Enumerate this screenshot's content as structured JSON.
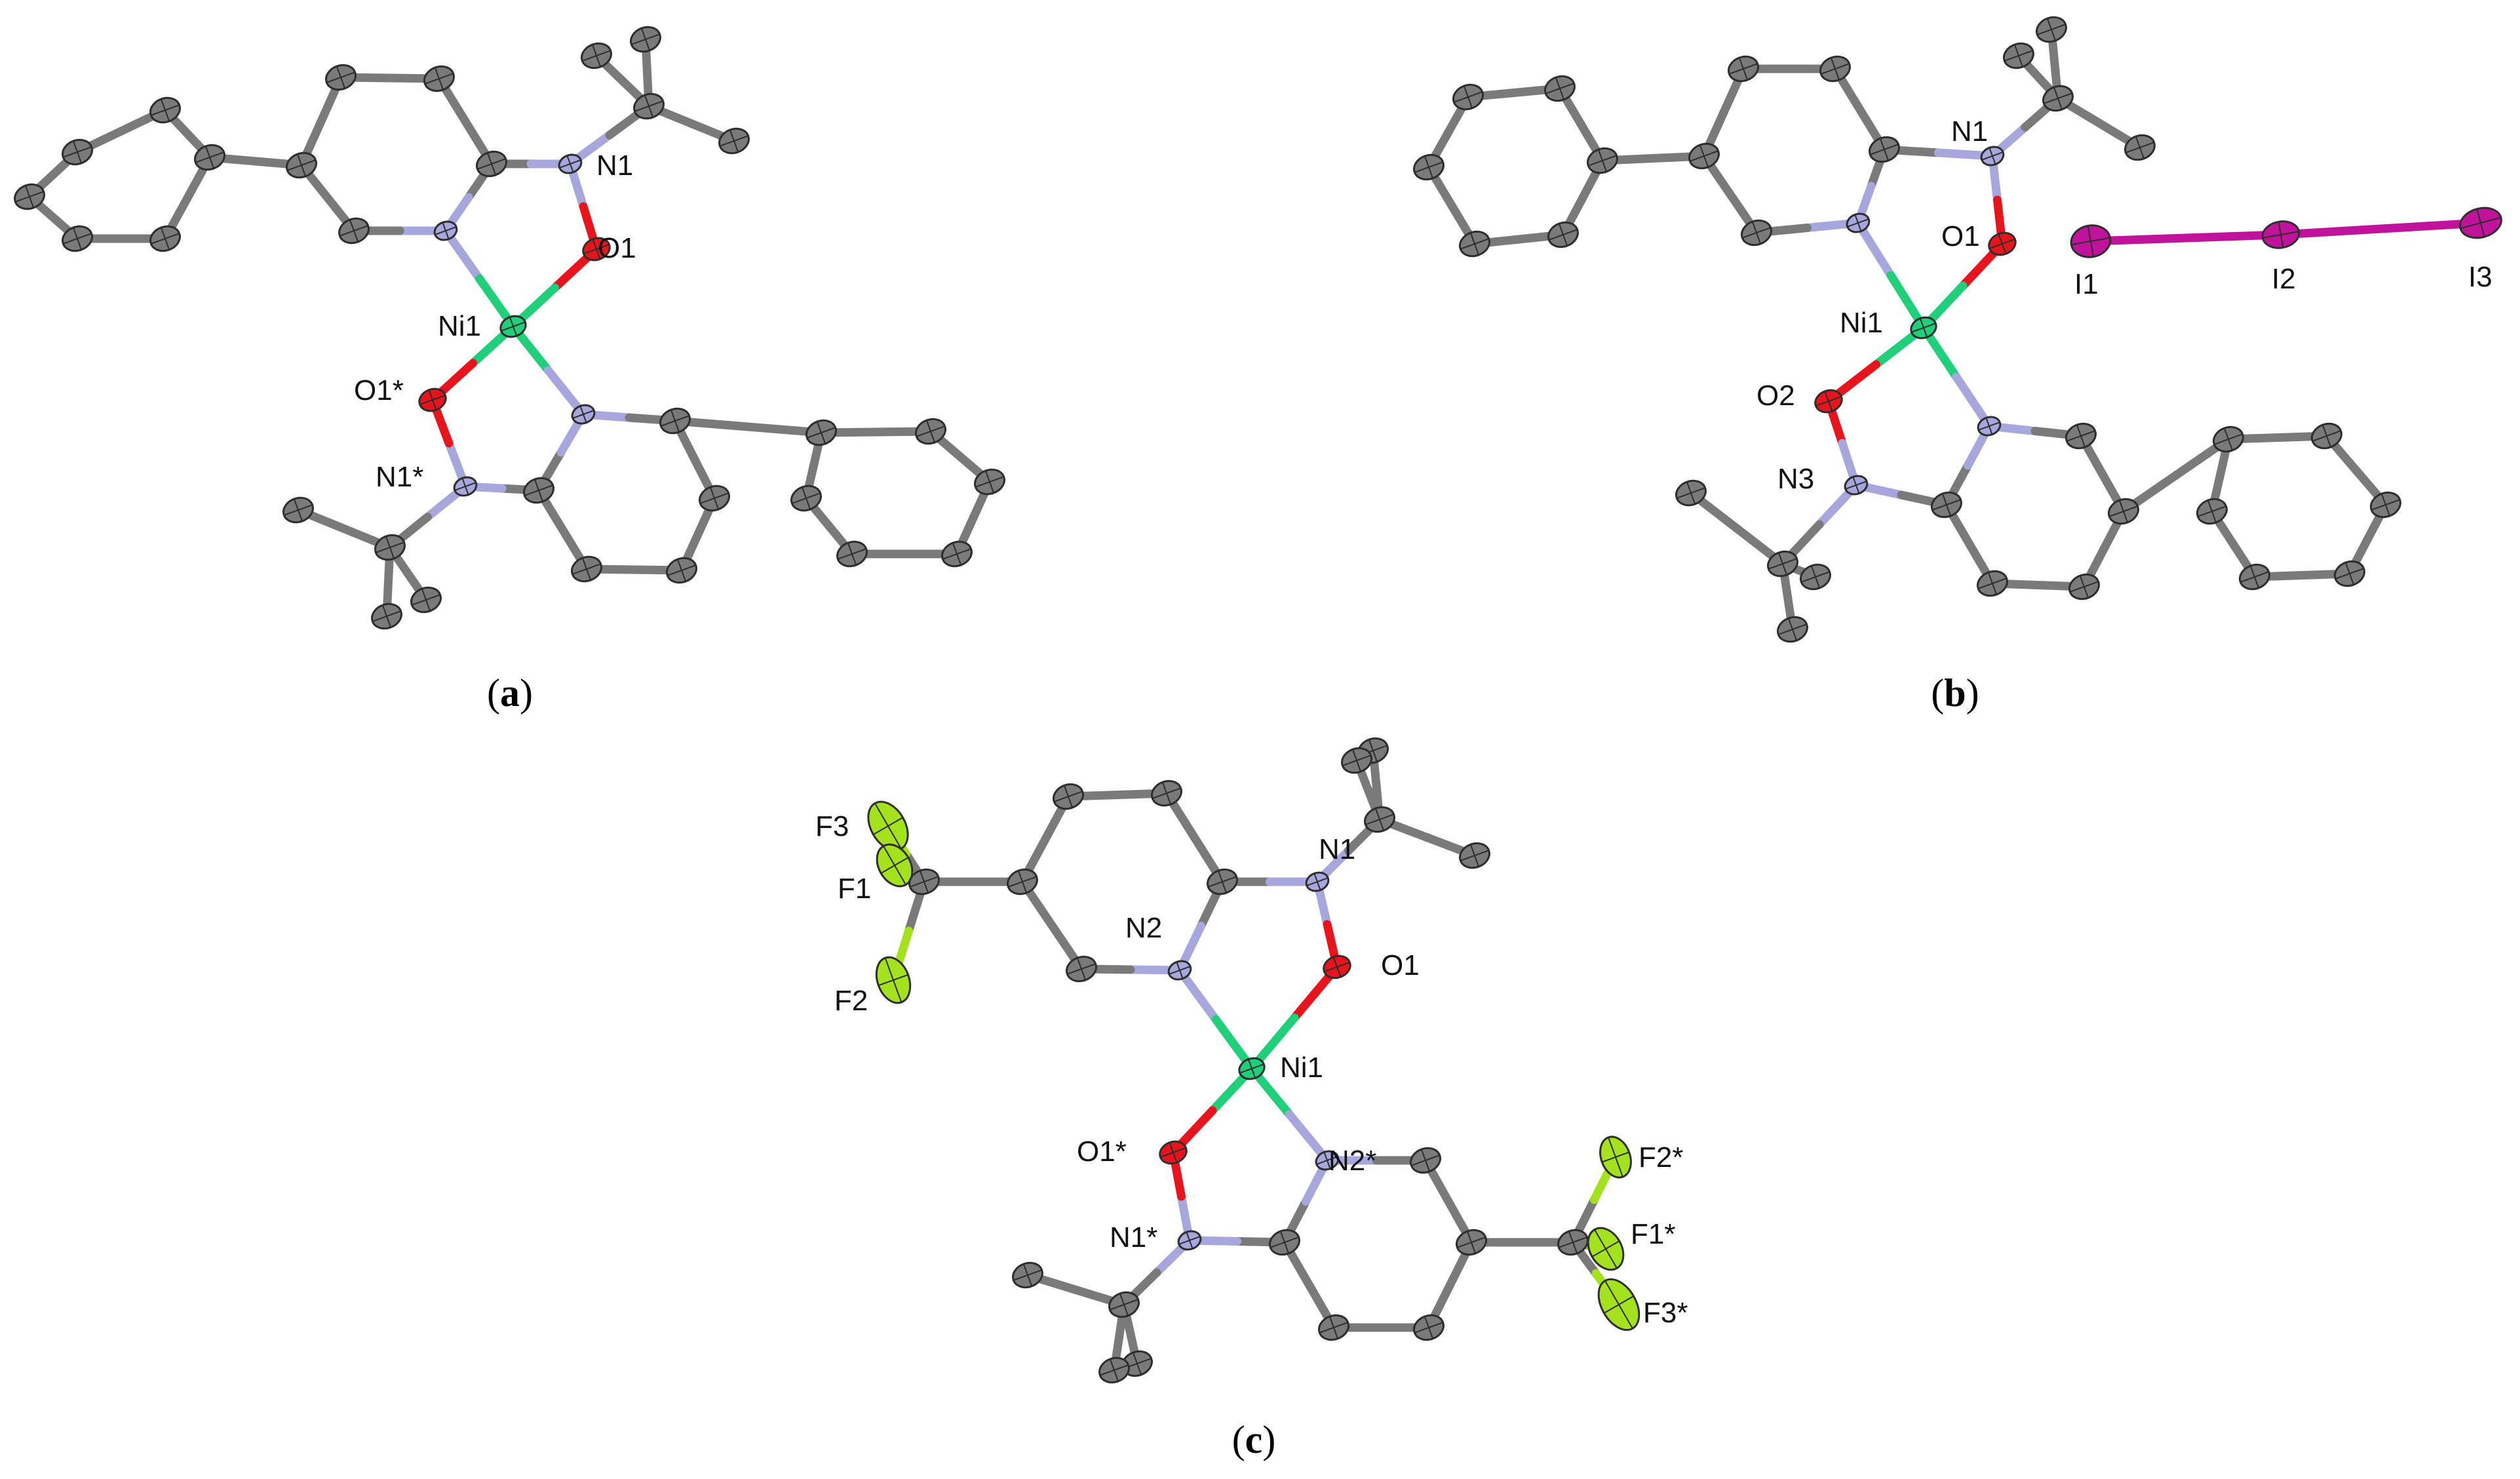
{
  "colors": {
    "carbon": "#7a7a7a",
    "carbon_edge": "#2e2e2e",
    "nitrogen": "#a7a7de",
    "oxygen": "#e8141c",
    "nickel": "#1fcf7a",
    "iodine": "#c0129a",
    "fluorine": "#a5e21e"
  },
  "panels": {
    "a": {
      "caption": {
        "open": "(",
        "letter": "a",
        "close": ")"
      },
      "labels": {
        "n1": "N1",
        "o1": "O1",
        "ni1": "Ni1",
        "o1s": "O1*",
        "n1s": "N1*"
      }
    },
    "b": {
      "caption": {
        "open": "(",
        "letter": "b",
        "close": ")"
      },
      "labels": {
        "n1": "N1",
        "o1": "O1",
        "ni1": "Ni1",
        "o2": "O2",
        "n3": "N3",
        "i1": "I1",
        "i2": "I2",
        "i3": "I3"
      }
    },
    "c": {
      "caption": {
        "open": "(",
        "letter": "c",
        "close": ")"
      },
      "labels": {
        "f3": "F3",
        "f1": "F1",
        "f2": "F2",
        "n1": "N1",
        "n2": "N2",
        "o1": "O1",
        "ni1": "Ni1",
        "o1s": "O1*",
        "n2s": "N2*",
        "n1s": "N1*",
        "f2s": "F2*",
        "f1s": "F1*",
        "f3s": "F3*"
      }
    }
  }
}
